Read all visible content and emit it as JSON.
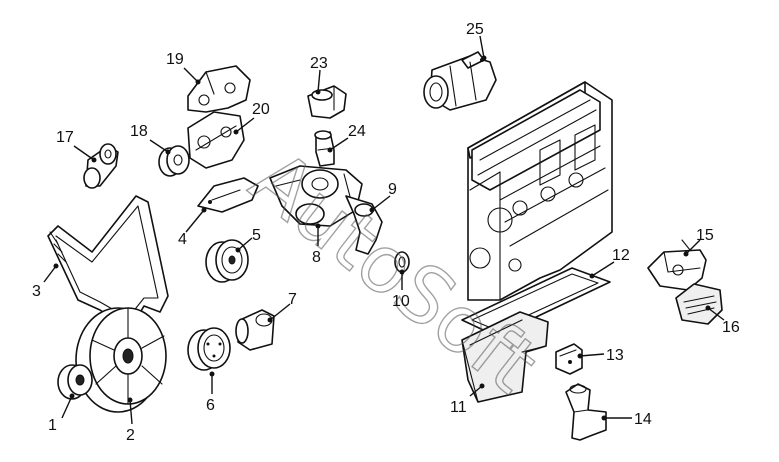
{
  "callouts": [
    {
      "id": "1",
      "label": "1"
    },
    {
      "id": "2",
      "label": "2"
    },
    {
      "id": "3",
      "label": "3"
    },
    {
      "id": "4",
      "label": "4"
    },
    {
      "id": "5",
      "label": "5"
    },
    {
      "id": "6",
      "label": "6"
    },
    {
      "id": "7",
      "label": "7"
    },
    {
      "id": "8",
      "label": "8"
    },
    {
      "id": "9",
      "label": "9"
    },
    {
      "id": "10",
      "label": "10"
    },
    {
      "id": "11",
      "label": "11"
    },
    {
      "id": "12",
      "label": "12"
    },
    {
      "id": "13",
      "label": "13"
    },
    {
      "id": "14",
      "label": "14"
    },
    {
      "id": "15",
      "label": "15"
    },
    {
      "id": "16",
      "label": "16"
    },
    {
      "id": "17",
      "label": "17"
    },
    {
      "id": "18",
      "label": "18"
    },
    {
      "id": "19",
      "label": "19"
    },
    {
      "id": "20",
      "label": "20"
    },
    {
      "id": "23",
      "label": "23"
    },
    {
      "id": "24",
      "label": "24"
    },
    {
      "id": "25",
      "label": "25"
    }
  ],
  "watermark": {
    "text": "AutoSoft"
  }
}
